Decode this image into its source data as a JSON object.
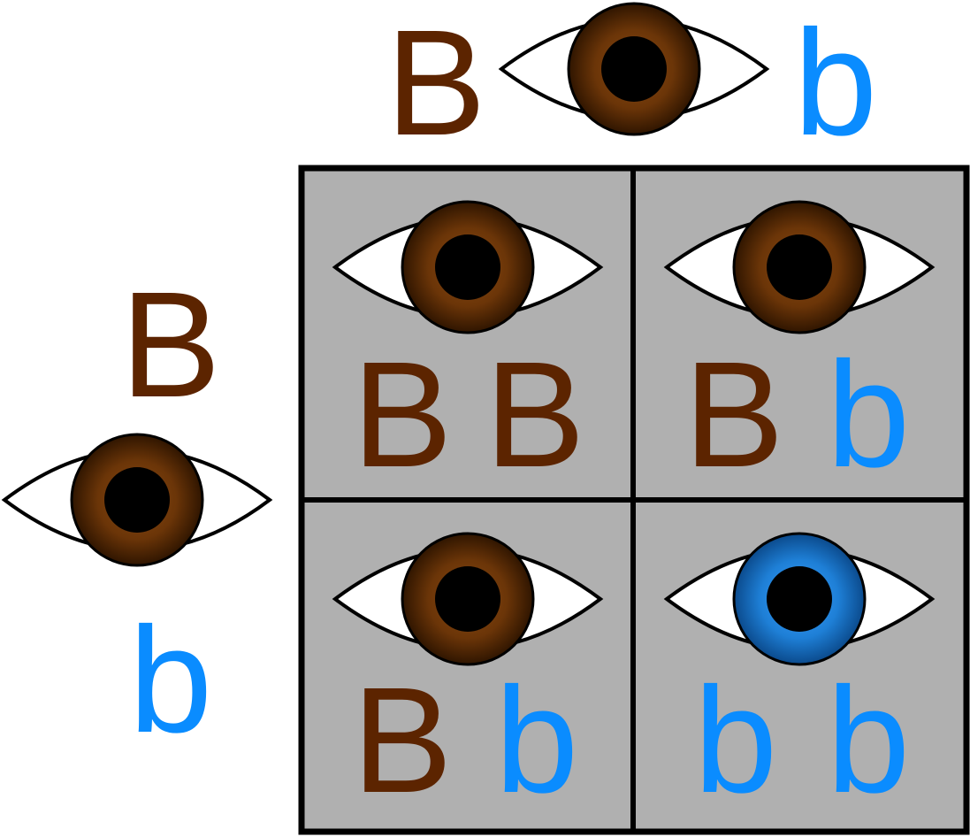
{
  "parents": {
    "top": {
      "allele_left": "B",
      "allele_right": "b",
      "eye_color": "brown"
    },
    "left": {
      "allele_top": "B",
      "allele_bottom": "b",
      "eye_color": "brown"
    }
  },
  "grid": {
    "cells": [
      {
        "allele_1": "B",
        "allele_2": "B",
        "eye_color": "brown"
      },
      {
        "allele_1": "B",
        "allele_2": "b",
        "eye_color": "brown"
      },
      {
        "allele_1": "B",
        "allele_2": "b",
        "eye_color": "brown"
      },
      {
        "allele_1": "b",
        "allele_2": "b",
        "eye_color": "blue"
      }
    ]
  },
  "colors": {
    "dominant_text": "#5c2400",
    "recessive_text": "#0a8cff",
    "cell_fill": "#b0b0b0",
    "grid_line": "#000000",
    "brown_iris": "#5e3008",
    "blue_iris": "#1e7fd6"
  }
}
